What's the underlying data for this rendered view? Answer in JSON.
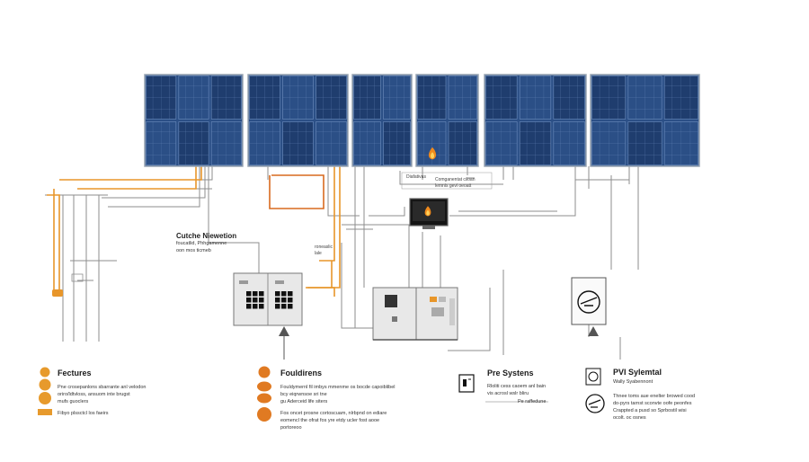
{
  "colors": {
    "panel": "#2b4f86",
    "panel_dark": "#1f3d6e",
    "panel_grid": "#6f8fc0",
    "frame": "#9aa6b4",
    "wire_gray": "#8e8e8e",
    "wire_orange": "#e8962a",
    "wire_orange_dark": "#d86a1f",
    "cabinet": "#e8e8e8",
    "flame": "#f08a1c",
    "legend_orange": "#e79a2c",
    "legend_orange2": "#e07a22"
  },
  "icons": [
    "flame-icon",
    "monitor-flame-icon",
    "meter-dial-icon",
    "arrow-up-icon",
    "cabinet-icon",
    "small-meter-icon",
    "circle-meter-icon"
  ],
  "labels": {
    "top_box_line1": "Diafativas",
    "top_box_line2": "Comganentat ciloan",
    "top_box_line3": "lemnis gevi oeoatt",
    "middle_title": "Cutche Niewetion",
    "middle_line1": "foucatlid, Phhgamenne",
    "middle_line2": "oon mos ticmeb",
    "side_note_line1": "roneaslic",
    "side_note_line2": "lale"
  },
  "legend": {
    "features": {
      "title": "Fectures",
      "line1": "Pne crosepanlons sbarrante anl velodon",
      "line2": "oriro/ldtvloss, ansuom inte brugst",
      "line3": "mufs guoclers",
      "line4": "Fibyo plssctcl los faeirs"
    },
    "fouldirens": {
      "title": "Fouldirens",
      "line1": "Fouldymernl fil imbys mmenme os bocde capoiblibel",
      "line2": "bcy eiqrwnsoe sri tne",
      "line3": "gu Aderceid life siters",
      "line4": "Fos oncet prosne cortoscuam, nlrbpnd on ediare",
      "line5": "eomencl the ofrat fos yre etdy ucler fost aooe",
      "line6": "portoreoo"
    },
    "pre_systems": {
      "title": "Pre Systens",
      "line1": "Rloliti cess caoem anl bain",
      "line2": "vis acrosl wslr bliru",
      "line3": "Pe raffedune"
    },
    "pvi_system": {
      "title": "PVI Sylemtal",
      "line1": "Wally Syabennont",
      "line2": "Thnee toms aue enelter browed cood",
      "line3": "do-pyrs tarnst sconvte oofe peonfes",
      "line4": "Crappted a pusd so Sprbostil wisi",
      "line5": "ocolt. oc osnes"
    }
  }
}
